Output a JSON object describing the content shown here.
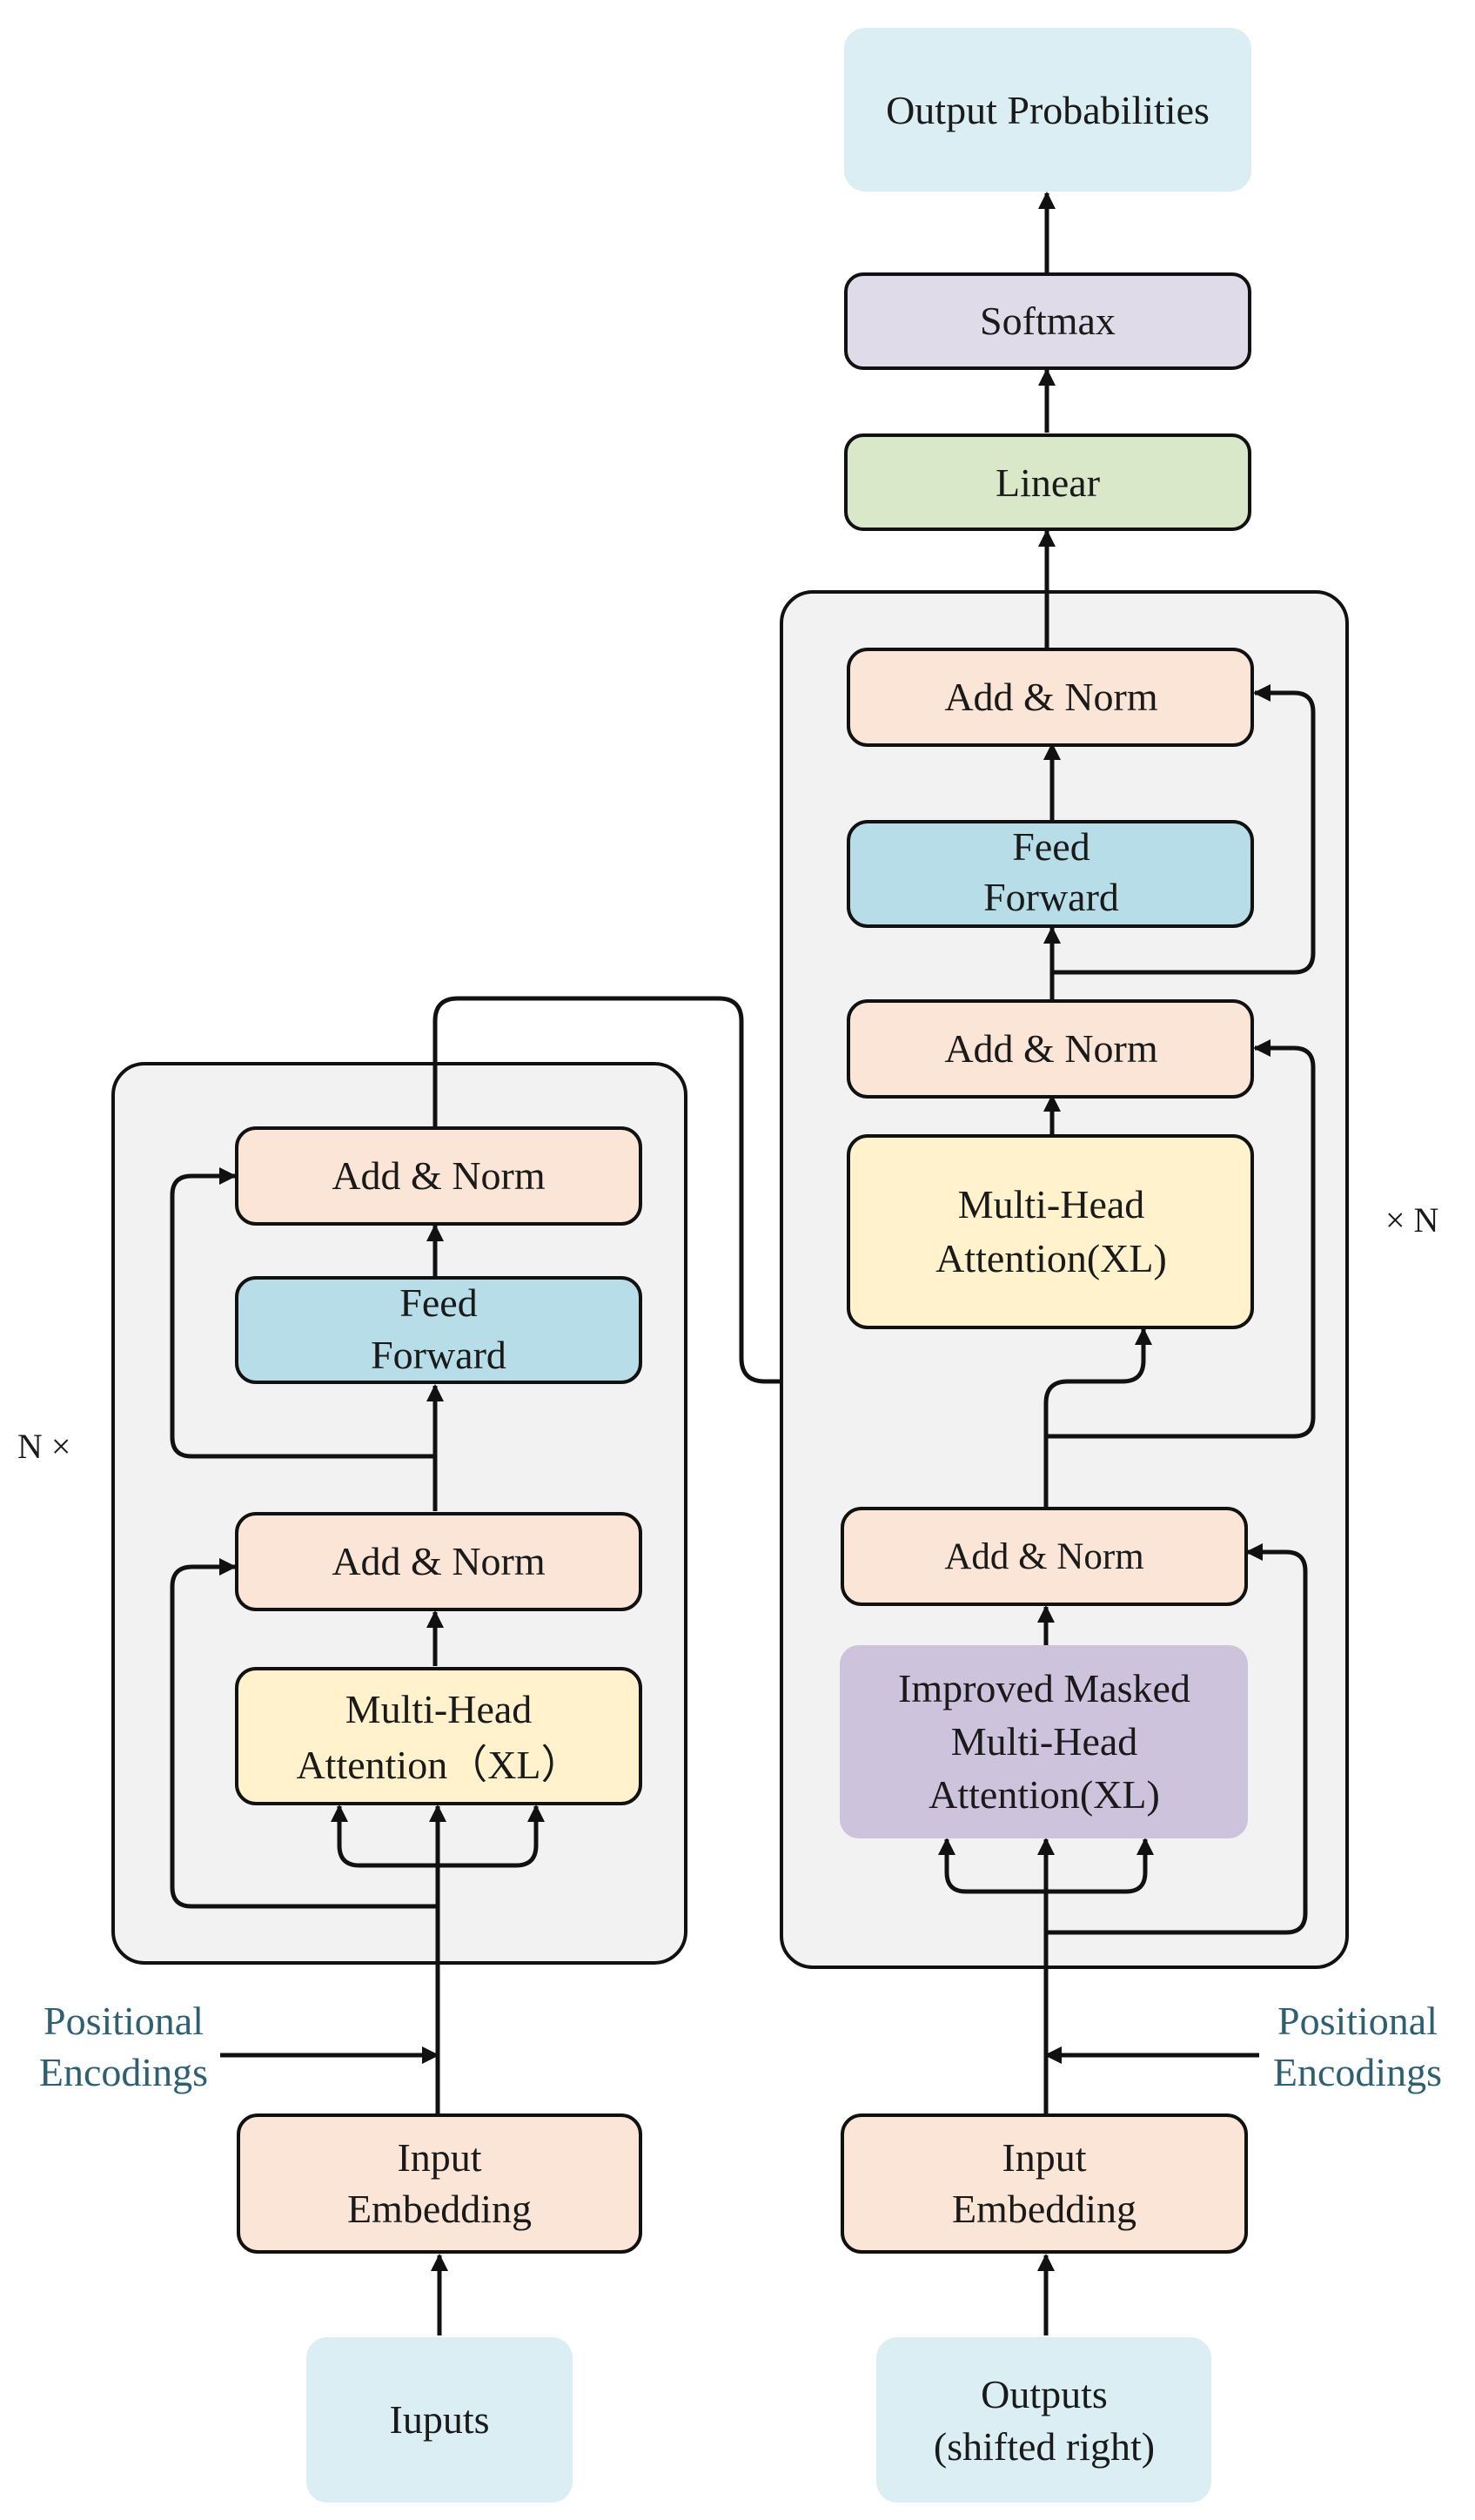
{
  "encoder": {
    "add_norm_top": "Add & Norm",
    "feed_forward_1": "Feed",
    "feed_forward_2": "Forward",
    "add_norm_bottom": "Add & Norm",
    "attention_1": "Multi-Head",
    "attention_2": "Attention（XL）",
    "repeat_label": "N ×",
    "positional_1": "Positional",
    "positional_2": "Encodings",
    "embedding_1": "Input",
    "embedding_2": "Embedding",
    "input_label": "Iuputs"
  },
  "decoder": {
    "output_probabilities": "Output Probabilities",
    "softmax": "Softmax",
    "linear": "Linear",
    "add_norm_top": "Add & Norm",
    "feed_forward_1": "Feed",
    "feed_forward_2": "Forward",
    "add_norm_middle": "Add & Norm",
    "attention_1": "Multi-Head",
    "attention_2": "Attention(XL)",
    "add_norm_bottom": "Add & Norm",
    "masked_1": "Improved Masked",
    "masked_2": "Multi-Head",
    "masked_3": "Attention(XL)",
    "repeat_label": "× N",
    "positional_1": "Positional",
    "positional_2": "Encodings",
    "embedding_1": "Input",
    "embedding_2": "Embedding",
    "output_1": "Outputs",
    "output_2": "(shifted right)"
  },
  "colors": {
    "add_norm": "#fbe5d6",
    "feed_forward": "#b7dde8",
    "attention": "#fff2cc",
    "masked_attention": "#cdc3dd",
    "softmax": "#e0dbe8",
    "linear": "#d9e8c8",
    "terminal": "#daeef3",
    "block_bg": "#f2f2f2",
    "positional_text": "#2e6072"
  }
}
